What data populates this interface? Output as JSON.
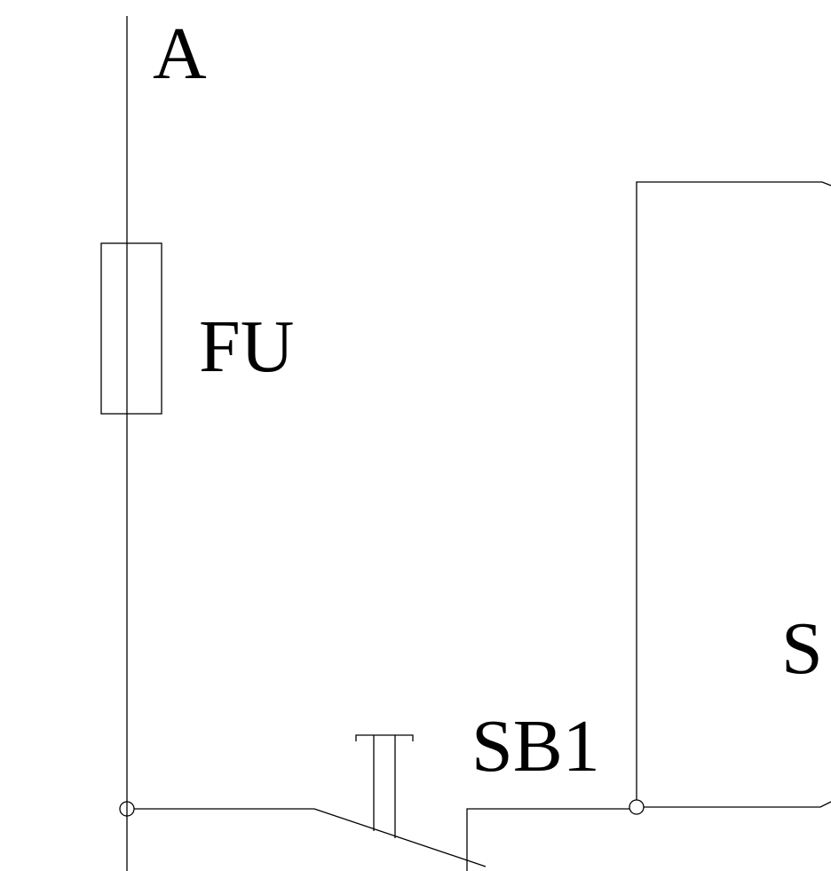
{
  "labels": {
    "phase": "A",
    "fuse": "FU",
    "pushbutton": "SB1",
    "partial_right": "S"
  },
  "colors": {
    "line": "#000000",
    "background": "#ffffff"
  }
}
